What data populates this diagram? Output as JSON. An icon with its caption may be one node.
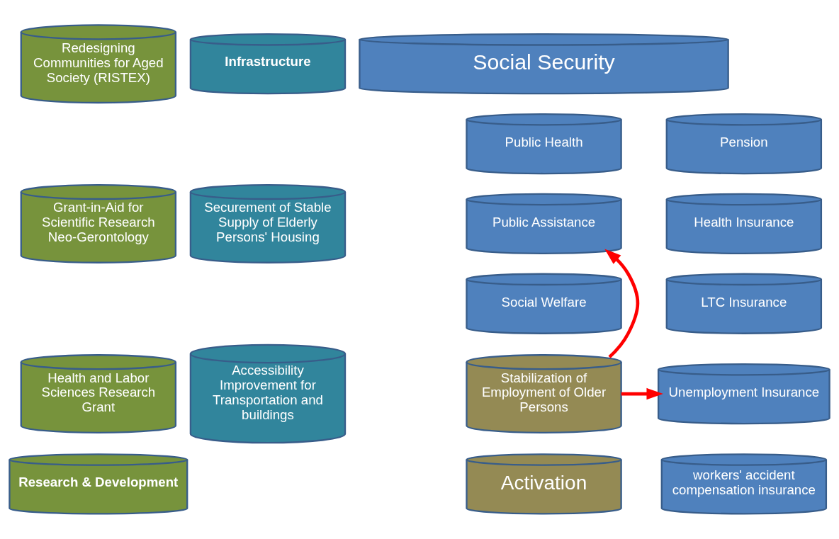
{
  "diagram": {
    "nodes": [
      {
        "text": [
          "Redesigning Communities for Aged Society (RISTEX)"
        ]
      },
      {
        "text": [
          "Grant-in-Aid for Scientific Research Neo-Gerontology"
        ]
      },
      {
        "text": [
          "Health and Labor Sciences Research Grant"
        ]
      },
      {
        "text": [
          "Research & Development"
        ]
      },
      {
        "text": [
          "Infrastructure"
        ]
      },
      {
        "text": [
          "Securement of Stable Supply of Elderly Persons' Housing"
        ]
      },
      {
        "text": [
          "Accessibility Improvement for Transportation and  buildings"
        ]
      },
      {
        "text": [
          "Social Security"
        ]
      },
      {
        "text": [
          "Public Health"
        ]
      },
      {
        "text": [
          "Public Assistance"
        ]
      },
      {
        "text": [
          "Social Welfare"
        ]
      },
      {
        "text": [
          "Stabilization of Employment of Older Persons"
        ]
      },
      {
        "text": [
          "Activation"
        ]
      },
      {
        "text": [
          "Pension"
        ]
      },
      {
        "text": [
          "Health Insurance"
        ]
      },
      {
        "text": [
          "LTC Insurance"
        ]
      },
      {
        "text": [
          "Unemployment Insurance"
        ]
      },
      {
        "text": [
          "workers' accident compensation insurance"
        ]
      }
    ],
    "edges": [
      {
        "from": 11,
        "to": 9,
        "arrow": "to",
        "color": "#ff0000"
      },
      {
        "from": 11,
        "to": 16,
        "arrow": "to",
        "color": "#ff0000"
      }
    ]
  }
}
